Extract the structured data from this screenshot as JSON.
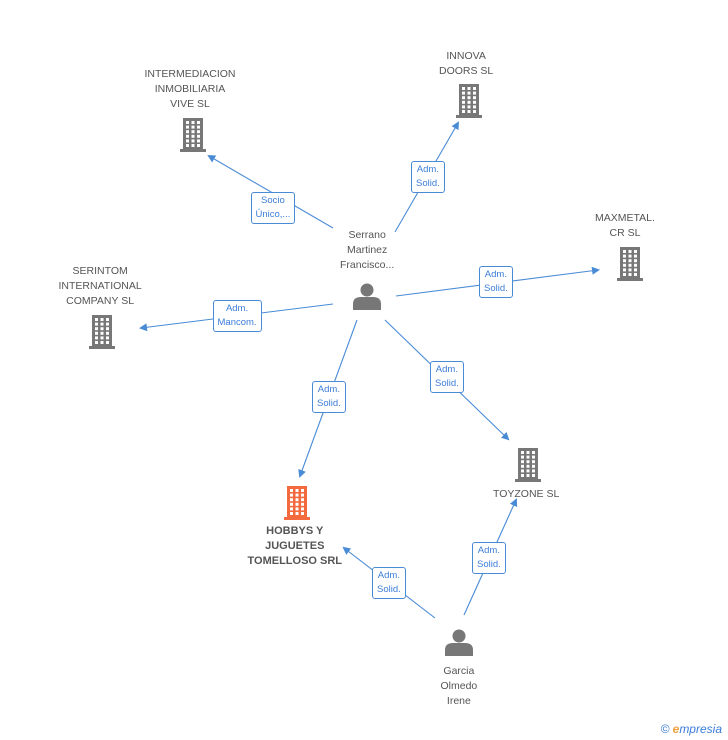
{
  "colors": {
    "edge": "#4a8bd6",
    "company_icon": "#777777",
    "company_icon_main": "#f26a3d",
    "person_icon": "#777777"
  },
  "persons": [
    {
      "id": "serrano",
      "label_lines": [
        "Serrano",
        "Martinez",
        "Francisco..."
      ],
      "icon": "person-icon"
    },
    {
      "id": "garcia",
      "label_lines": [
        "Garcia",
        "Olmedo",
        "Irene"
      ],
      "icon": "person-icon"
    }
  ],
  "companies": [
    {
      "id": "intermediacion",
      "label_lines": [
        "INTERMEDIACION",
        "INMOBILIARIA",
        "VIVE SL"
      ],
      "icon": "building-icon"
    },
    {
      "id": "innova",
      "label_lines": [
        "INNOVA",
        "DOORS SL"
      ],
      "icon": "building-icon"
    },
    {
      "id": "maxmetal",
      "label_lines": [
        "MAXMETAL.",
        "CR SL"
      ],
      "icon": "building-icon"
    },
    {
      "id": "serintom",
      "label_lines": [
        "SERINTOM",
        "INTERNATIONAL",
        "COMPANY SL"
      ],
      "icon": "building-icon"
    },
    {
      "id": "toyzone",
      "label_lines": [
        "TOYZONE SL"
      ],
      "icon": "building-icon"
    },
    {
      "id": "hobbys",
      "label_lines": [
        "HOBBYS Y",
        "JUGUETES",
        "TOMELLOSO SRL"
      ],
      "icon": "building-icon",
      "main": true
    }
  ],
  "edges": [
    {
      "from": "serrano",
      "to": "intermediacion",
      "label_lines": [
        "Socio",
        "Único,..."
      ]
    },
    {
      "from": "serrano",
      "to": "innova",
      "label_lines": [
        "Adm.",
        "Solid."
      ]
    },
    {
      "from": "serrano",
      "to": "maxmetal",
      "label_lines": [
        "Adm.",
        "Solid."
      ]
    },
    {
      "from": "serrano",
      "to": "serintom",
      "label_lines": [
        "Adm.",
        "Mancom."
      ]
    },
    {
      "from": "serrano",
      "to": "hobbys",
      "label_lines": [
        "Adm.",
        "Solid."
      ]
    },
    {
      "from": "serrano",
      "to": "toyzone",
      "label_lines": [
        "Adm.",
        "Solid."
      ]
    },
    {
      "from": "garcia",
      "to": "hobbys",
      "label_lines": [
        "Adm.",
        "Solid."
      ]
    },
    {
      "from": "garcia",
      "to": "toyzone",
      "label_lines": [
        "Adm.",
        "Solid."
      ]
    }
  ],
  "footer": {
    "copyright": "©",
    "brand_initial": "e",
    "brand_rest": "mpresia"
  }
}
